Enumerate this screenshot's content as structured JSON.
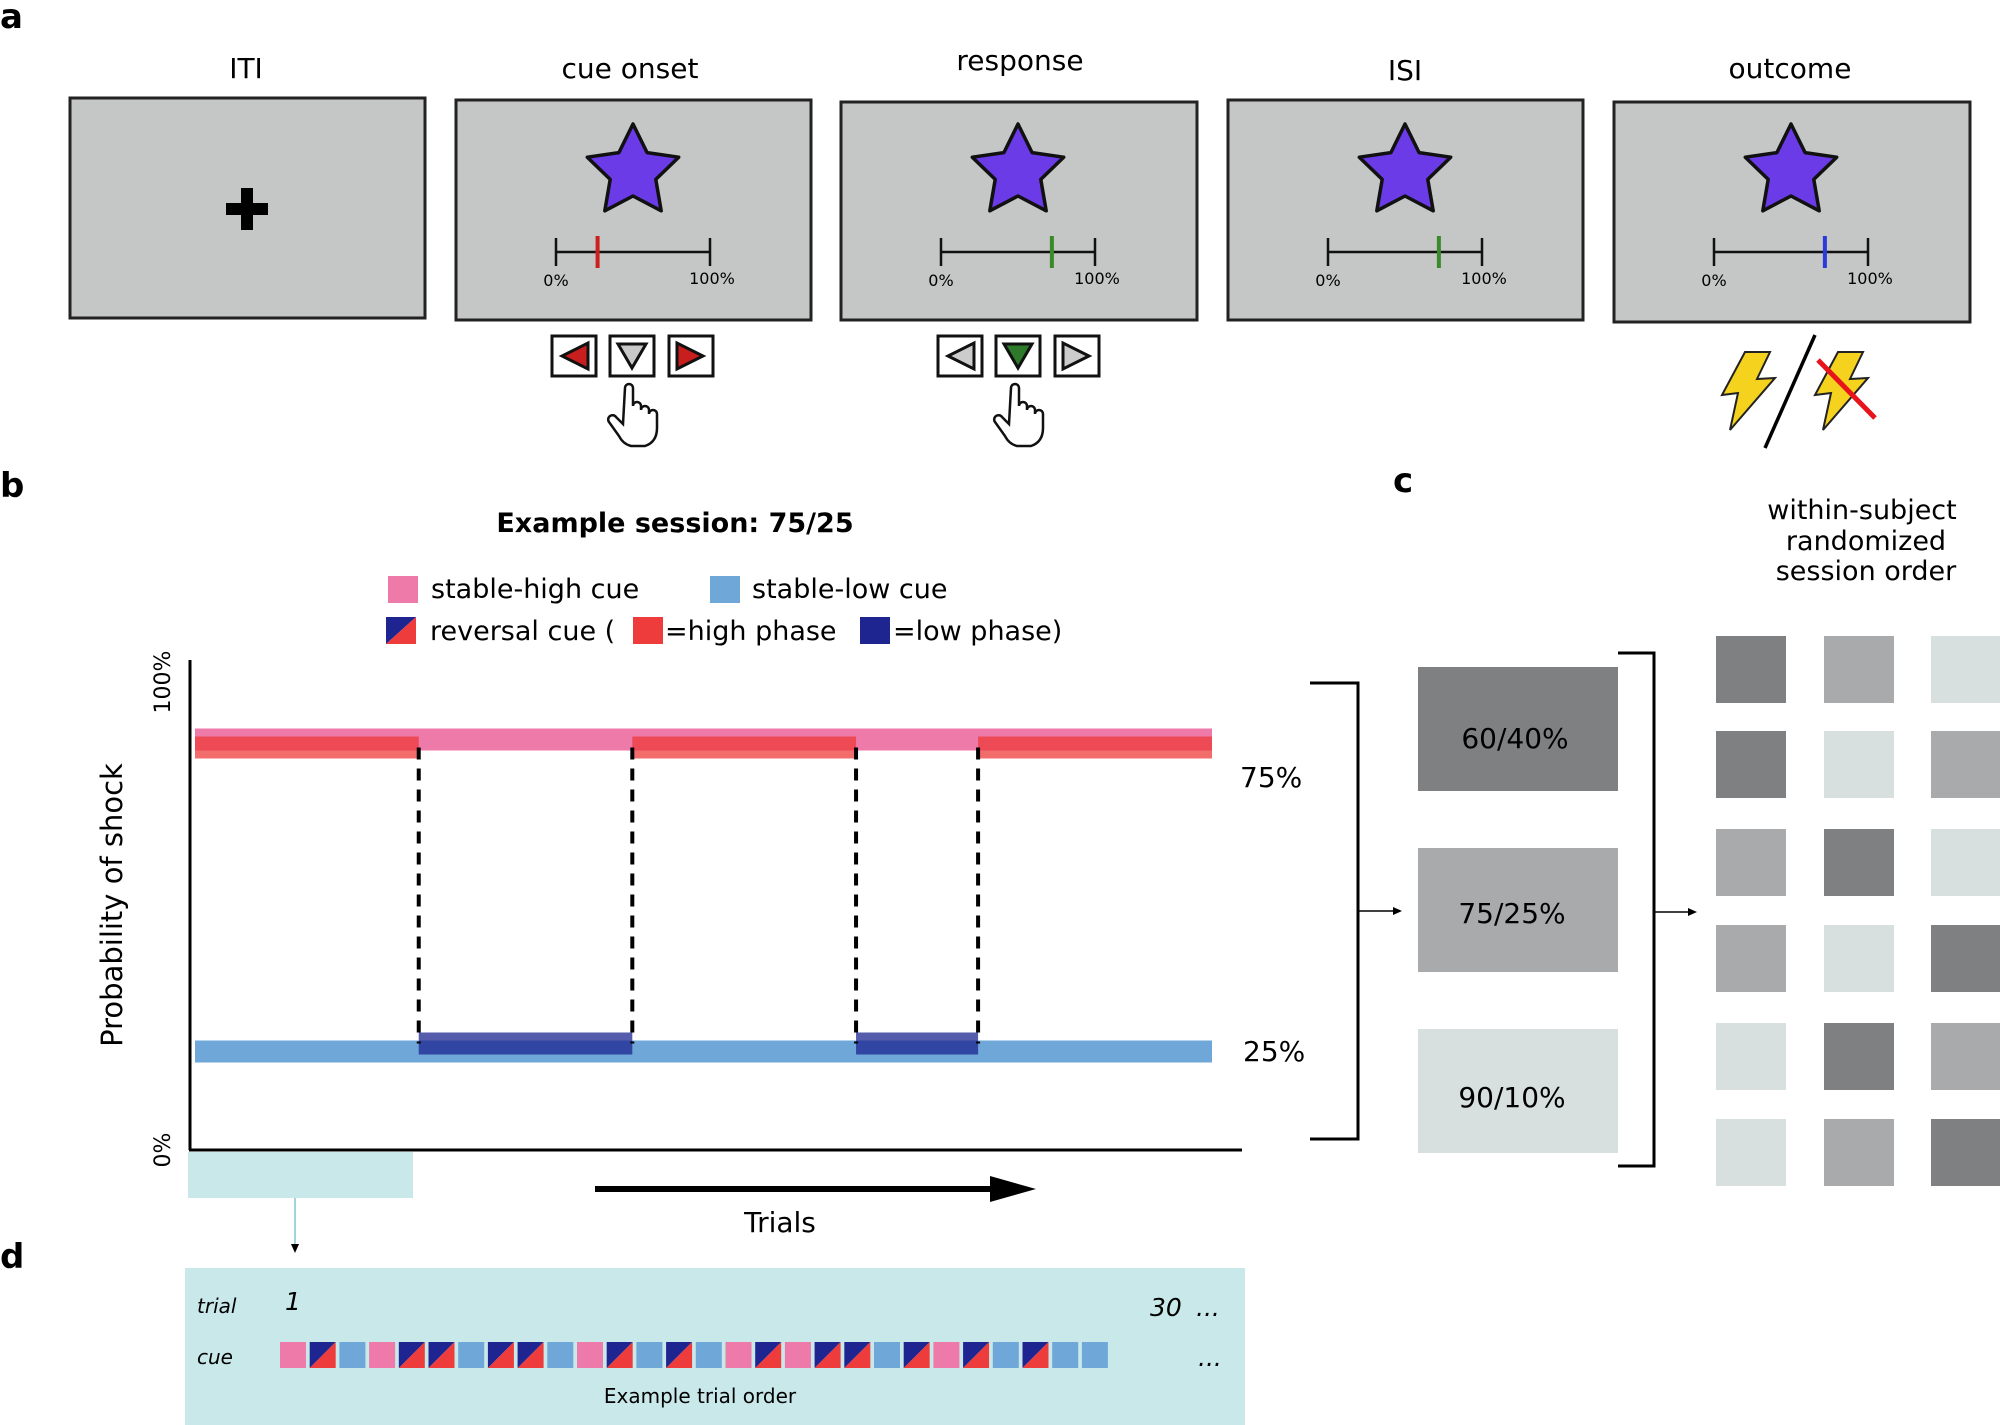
{
  "panel_labels": {
    "a": "a",
    "b": "b",
    "c": "c",
    "d": "d"
  },
  "panel_a": {
    "screens": [
      {
        "title": "ITI"
      },
      {
        "title": "cue onset",
        "scale_min": "0%",
        "scale_max": "100%",
        "marker_color": "#cc1f1f",
        "marker_value": 0.27
      },
      {
        "title": "response",
        "scale_min": "0%",
        "scale_max": "100%",
        "marker_color": "#3a8a2a",
        "marker_value": 0.72
      },
      {
        "title": "ISI",
        "scale_min": "0%",
        "scale_max": "100%",
        "marker_color": "#3a8a2a",
        "marker_value": 0.72
      },
      {
        "title": "outcome",
        "scale_min": "0%",
        "scale_max": "100%",
        "marker_color": "#2a3bd6",
        "marker_value": 0.72
      }
    ],
    "star_color": "#6a3be6",
    "screen_color": "#c5c6c6",
    "buttons_cue": [
      "left-arrow",
      "down-arrow",
      "right-arrow"
    ],
    "buttons_response": [
      "left-arrow",
      "down-arrow",
      "right-arrow"
    ]
  },
  "panel_b": {
    "title": "Example session: 75/25",
    "legend": {
      "stable_high": "stable-high cue",
      "stable_low": "stable-low cue",
      "reversal": "reversal cue (",
      "high_phase": "=high phase",
      "low_phase": "=low phase)"
    },
    "y_top": "100%",
    "y_bottom": "0%",
    "ylabel": "Probability of shock",
    "xlabel": "Trials",
    "high_label": "75%",
    "low_label": "25%"
  },
  "chart_data": {
    "type": "line",
    "title": "Example session: 75/25",
    "xlabel": "Trials",
    "ylabel": "Probability of shock",
    "ylim": [
      0,
      100
    ],
    "series": [
      {
        "name": "stable-high cue",
        "color": "#ee7aa9",
        "segments": [
          {
            "x": [
              0,
              1
            ],
            "y": 75
          }
        ]
      },
      {
        "name": "stable-low cue",
        "color": "#6ea7d8",
        "segments": [
          {
            "x": [
              0,
              1
            ],
            "y": 25
          }
        ]
      },
      {
        "name": "reversal cue",
        "color_high": "#ee3b3b",
        "color_low": "#1e2590",
        "segments": [
          {
            "x": [
              0,
              0.22
            ],
            "y": 75,
            "phase": "high"
          },
          {
            "x": [
              0.22,
              0.43
            ],
            "y": 25,
            "phase": "low"
          },
          {
            "x": [
              0.43,
              0.65
            ],
            "y": 75,
            "phase": "high"
          },
          {
            "x": [
              0.65,
              0.77
            ],
            "y": 25,
            "phase": "low"
          },
          {
            "x": [
              0.77,
              1
            ],
            "y": 75,
            "phase": "high"
          }
        ]
      }
    ]
  },
  "panel_c": {
    "title_lines": [
      "within-subject",
      "randomized",
      "session order"
    ],
    "sessions": [
      {
        "label": "60/40%",
        "color": "#7f8081"
      },
      {
        "label": "75/25%",
        "color": "#a9aaab"
      },
      {
        "label": "90/10%",
        "color": "#d8e0df"
      }
    ],
    "grid_colors": [
      [
        "#7f8081",
        "#a9aaab",
        "#d8e0df"
      ],
      [
        "#7f8081",
        "#d8e0df",
        "#a9aaab"
      ],
      [
        "#a9aaab",
        "#7f8081",
        "#d8e0df"
      ],
      [
        "#a9aaab",
        "#d8e0df",
        "#7f8081"
      ],
      [
        "#d8e0df",
        "#7f8081",
        "#a9aaab"
      ],
      [
        "#d8e0df",
        "#a9aaab",
        "#7f8081"
      ]
    ]
  },
  "panel_d": {
    "trial_label": "trial",
    "cue_label": "cue",
    "first_trial": "1",
    "last_trial": "30",
    "ellipsis": "...",
    "caption": "Example trial order",
    "cue_sequence": [
      "H",
      "R",
      "L",
      "H",
      "R",
      "R",
      "L",
      "R",
      "R",
      "L",
      "H",
      "R",
      "L",
      "R",
      "L",
      "H",
      "R",
      "H",
      "R",
      "R",
      "L",
      "R",
      "H",
      "R",
      "L",
      "R",
      "L",
      "L"
    ]
  }
}
